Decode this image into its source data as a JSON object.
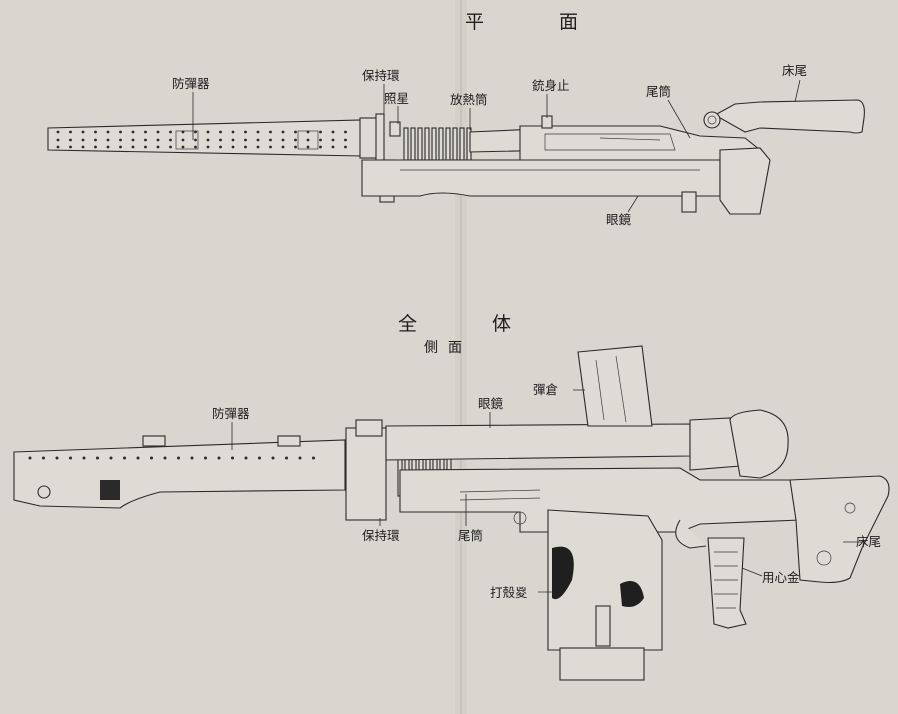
{
  "colors": {
    "paper": "#d9d6cf",
    "ink": "#1d1d1d",
    "fold": "#c9c5bd"
  },
  "plan_view": {
    "title": "平　面",
    "labels": {
      "muzzle_guard": "防彈器",
      "holding_ring": "保持環",
      "front_sight": "照星",
      "radiator": "放熱筒",
      "barrel_stop": "銃身止",
      "receiver": "尾筒",
      "stock": "床尾",
      "scope": "眼鏡"
    }
  },
  "side_view": {
    "title": "全　体",
    "subtitle": "側面",
    "labels": {
      "magazine": "彈倉",
      "scope": "眼鏡",
      "muzzle_guard": "防彈器",
      "holding_ring": "保持環",
      "receiver": "尾筒",
      "stock": "床尾",
      "trigger_guard": "用心金",
      "case_bag": "打殼㚇"
    }
  }
}
